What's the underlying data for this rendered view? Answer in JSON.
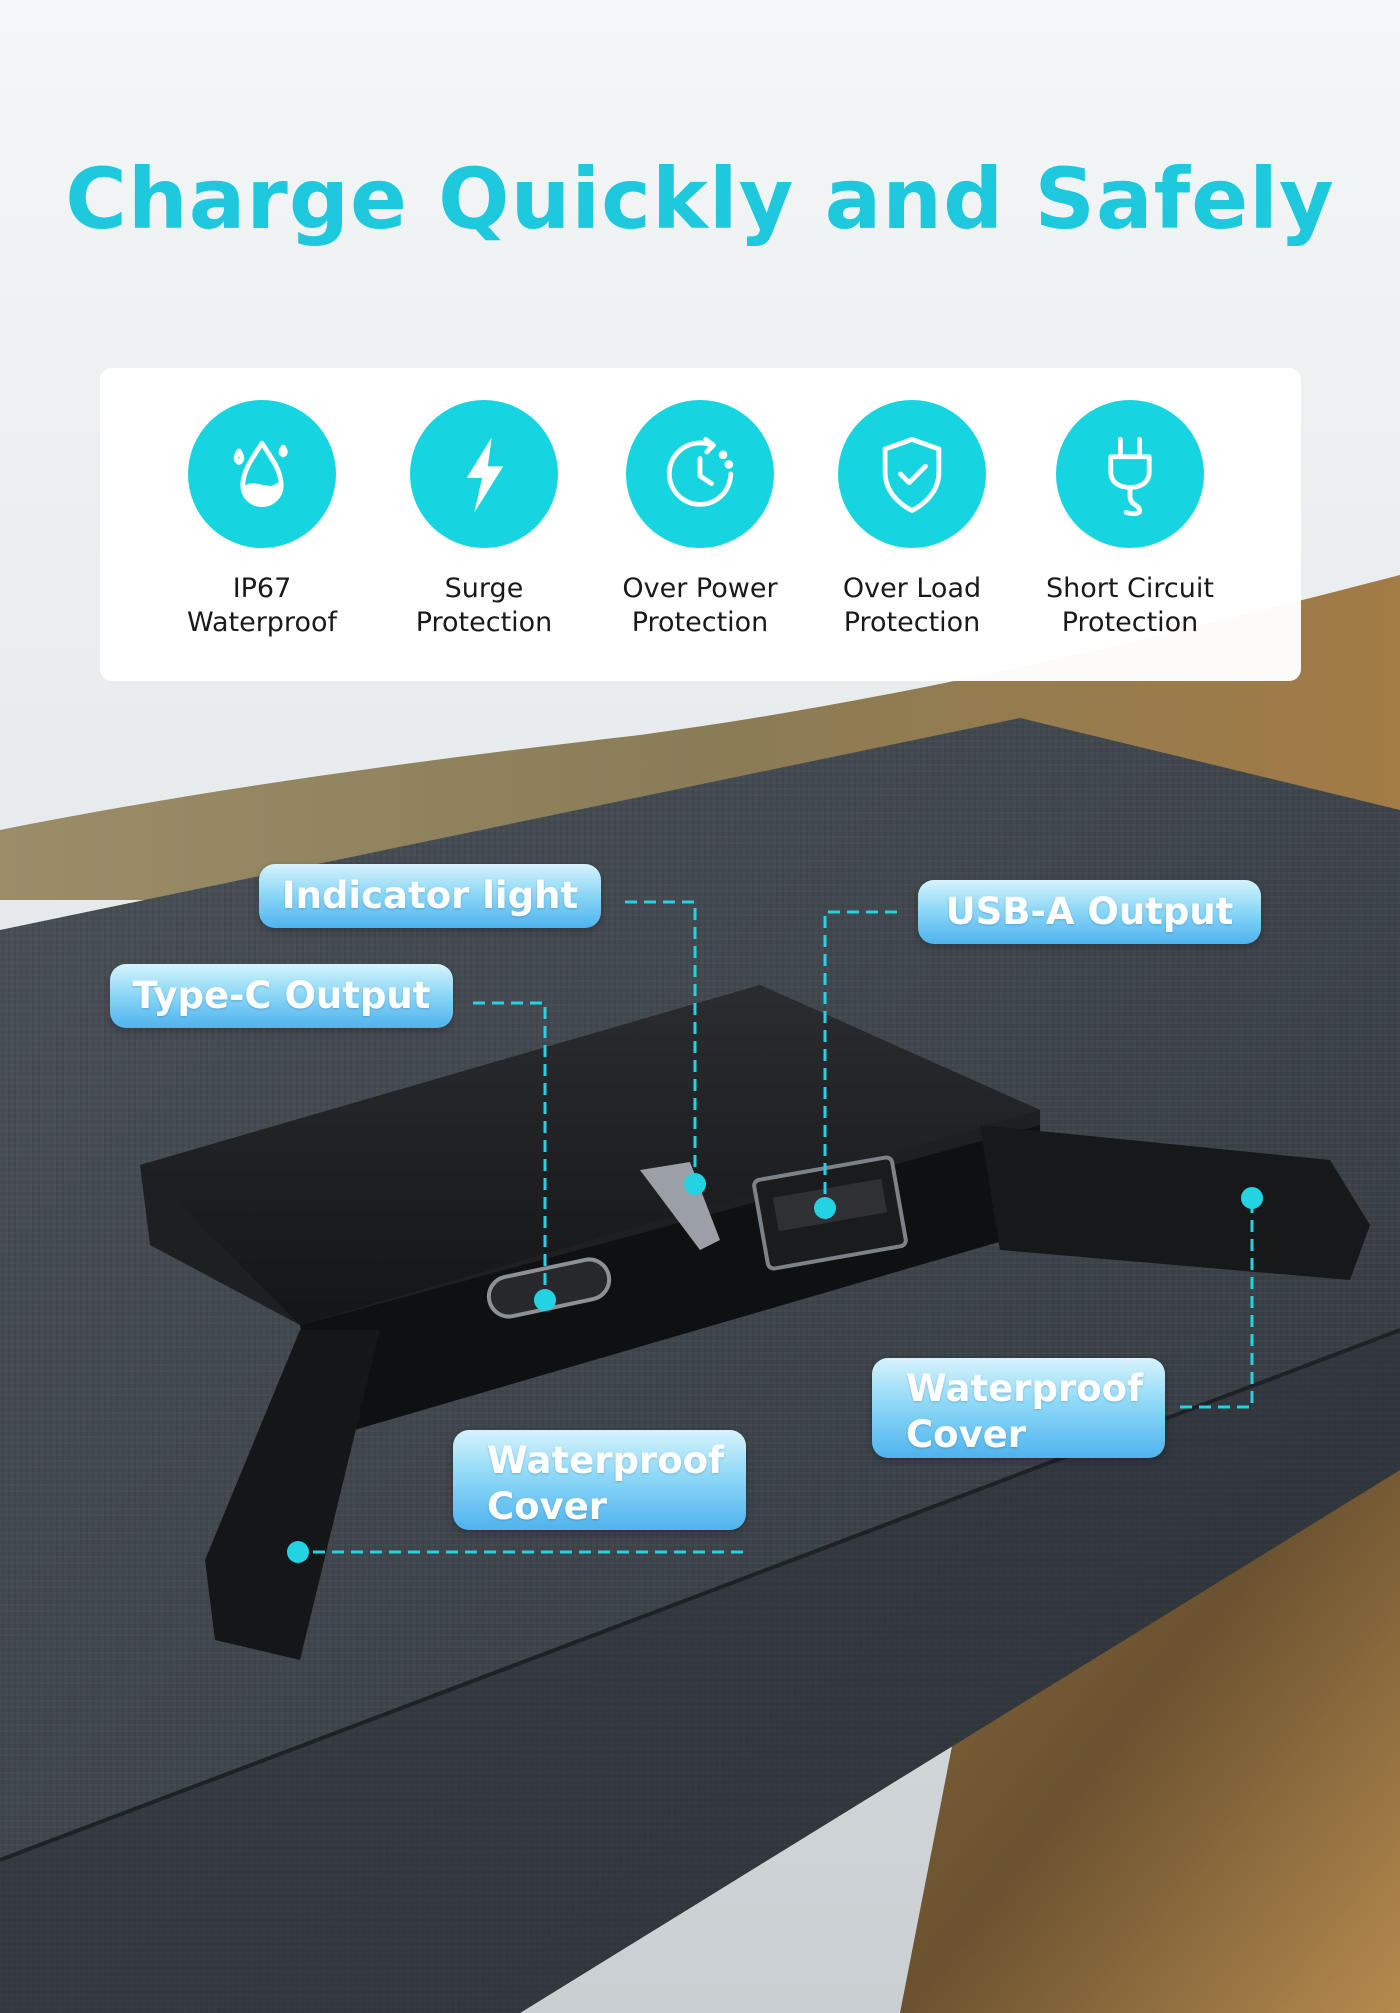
{
  "headline": "Charge Quickly and Safely",
  "colors": {
    "accent": "#1ec8dd",
    "icon_badge": "#17d5e0",
    "callout_bottom": "#4fb3ee"
  },
  "features": [
    {
      "icon": "water-drop-icon",
      "line1": "IP67",
      "line2": "Waterproof"
    },
    {
      "icon": "lightning-bolt-icon",
      "line1": "Surge",
      "line2": "Protection"
    },
    {
      "icon": "clock-refresh-icon",
      "line1": "Over Power",
      "line2": "Protection"
    },
    {
      "icon": "shield-check-icon",
      "line1": "Over Load",
      "line2": "Protection"
    },
    {
      "icon": "plug-icon",
      "line1": "Short Circuit",
      "line2": "Protection"
    }
  ],
  "callouts": {
    "indicator": "Indicator light",
    "type_c": "Type-C Output",
    "usb_a": "USB-A Output",
    "cover_left": {
      "line1": "Waterproof",
      "line2": "Cover"
    },
    "cover_right": {
      "line1": "Waterproof",
      "line2": "Cover"
    }
  }
}
